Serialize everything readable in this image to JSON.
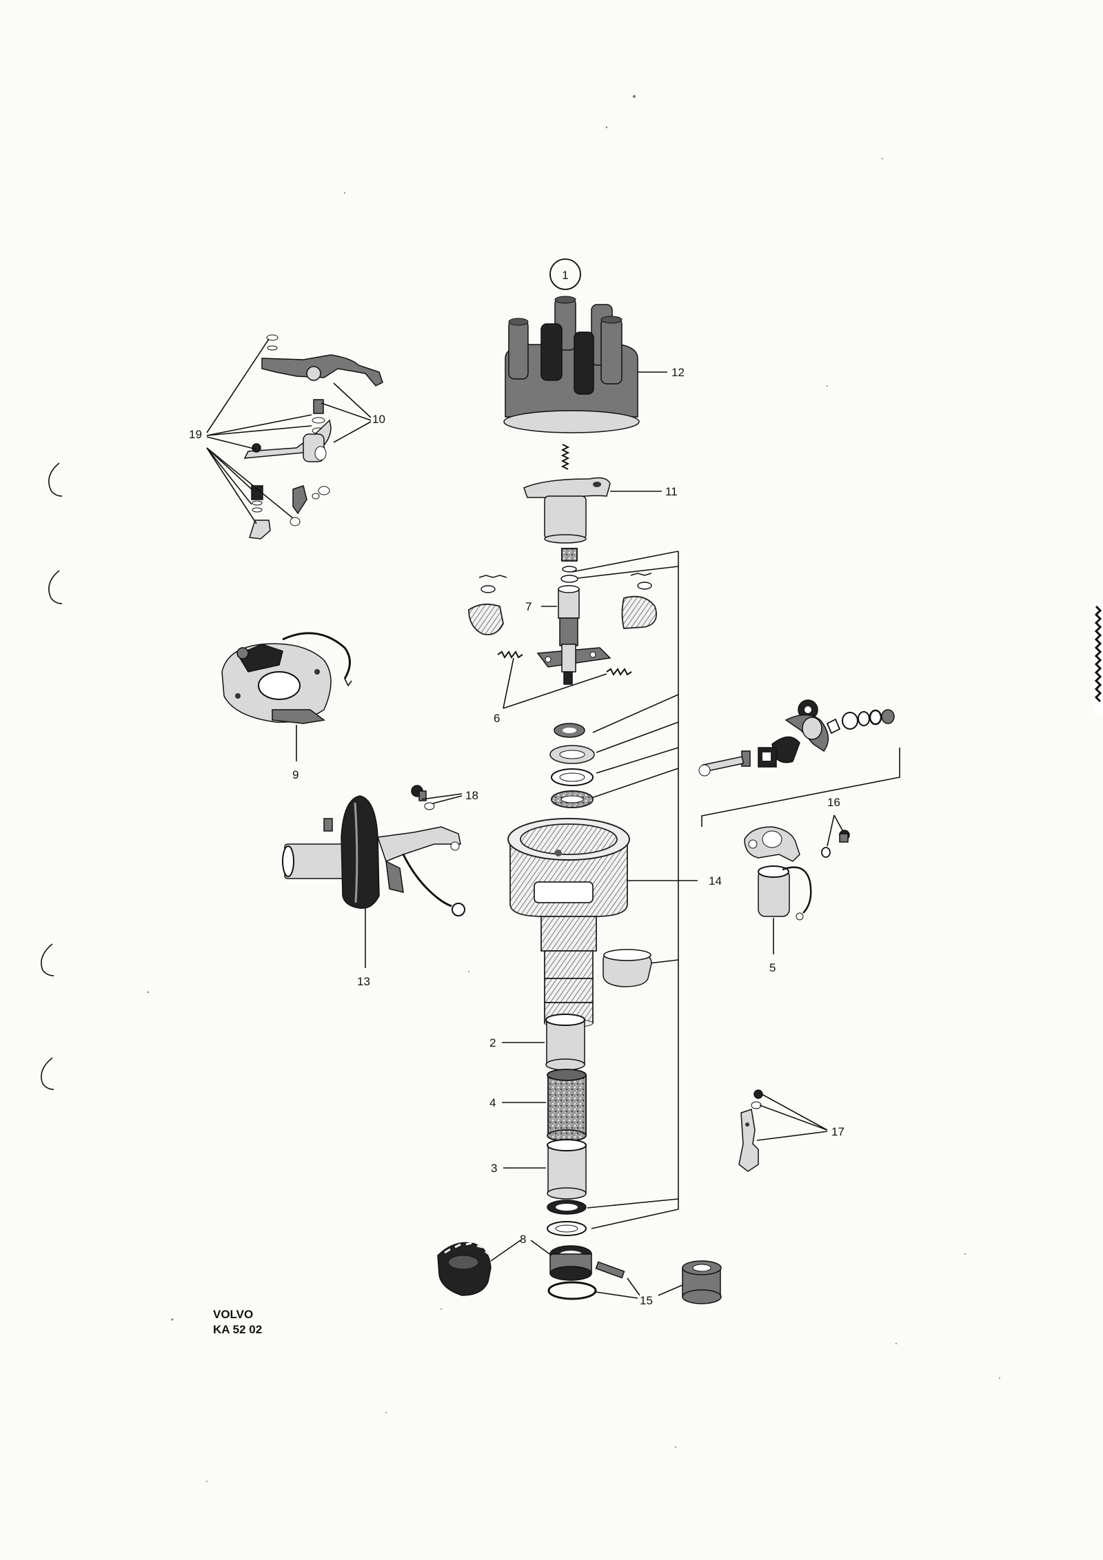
{
  "page": {
    "brand": "VOLVO",
    "reference": "KA 52 02"
  },
  "callouts": {
    "main": "1",
    "c2": "2",
    "c3": "3",
    "c4": "4",
    "c5": "5",
    "c6": "6",
    "c7": "7",
    "c8": "8",
    "c9": "9",
    "c10": "10",
    "c11": "11",
    "c12": "12",
    "c13": "13",
    "c14": "14",
    "c15": "15",
    "c16": "16",
    "c17": "17",
    "c18": "18",
    "c19": "19"
  }
}
